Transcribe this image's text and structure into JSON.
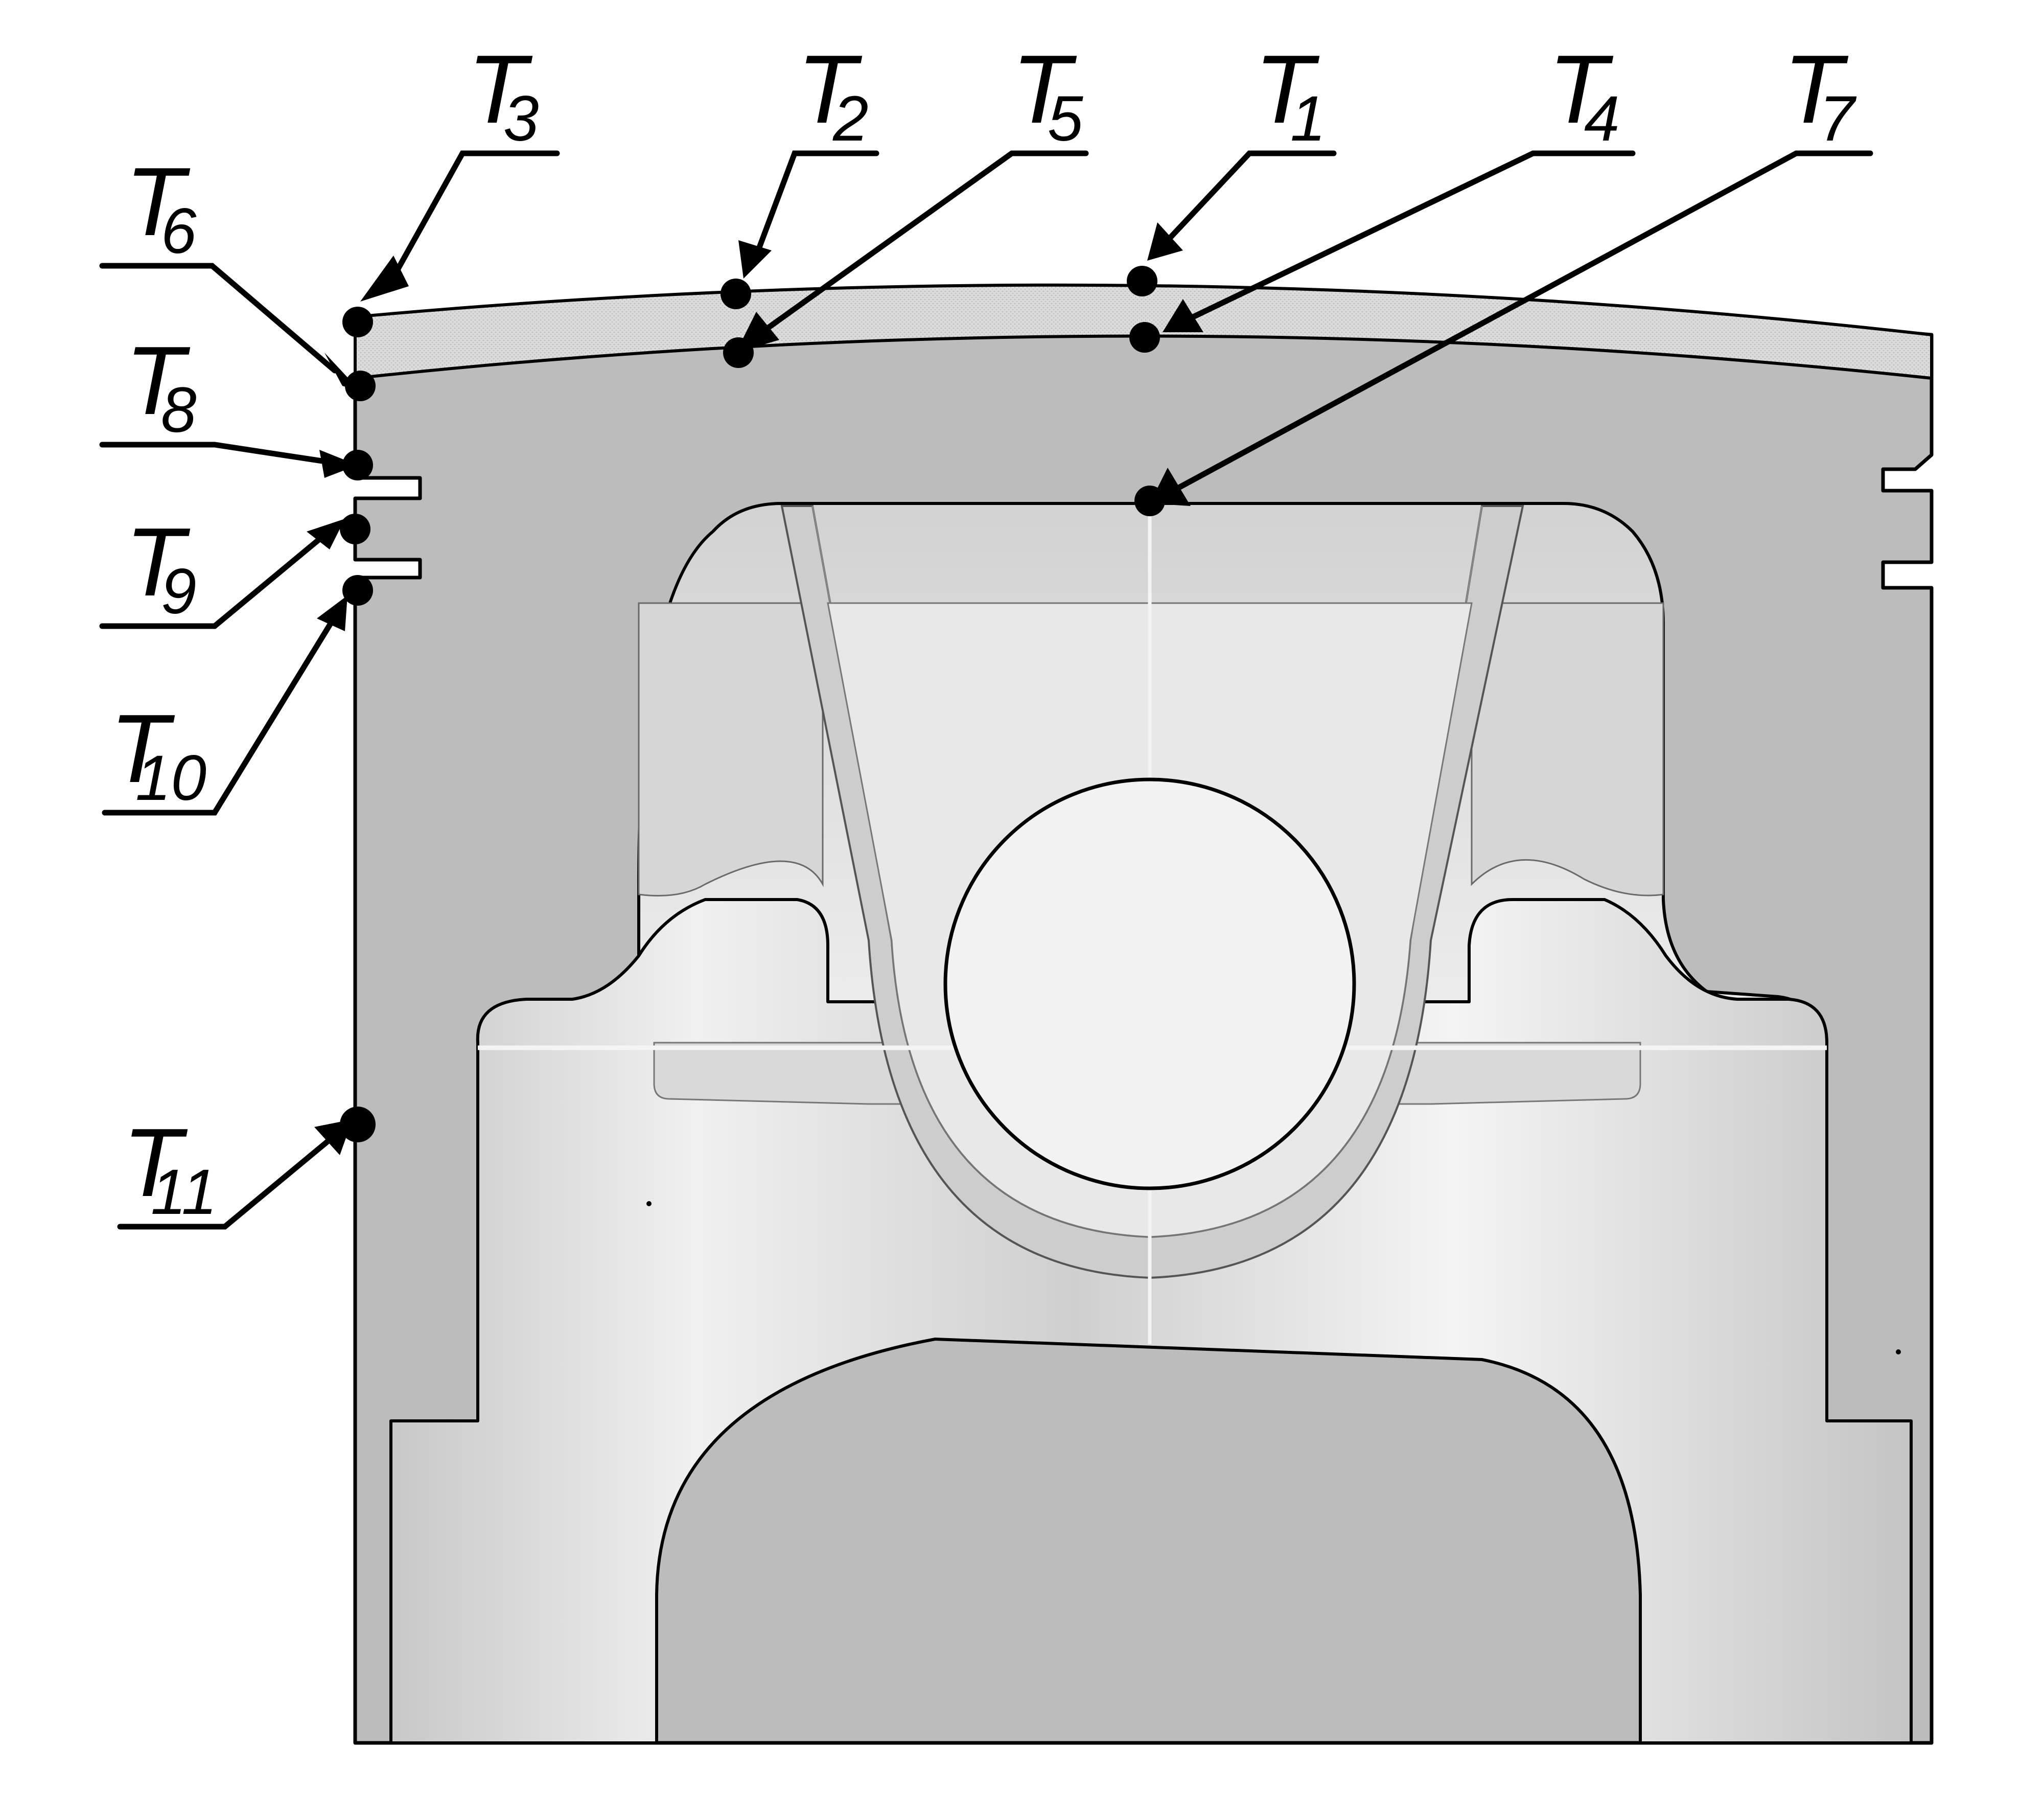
{
  "diagram": {
    "colors": {
      "background": "#ffffff",
      "outline": "#000000",
      "piston_section": "#bcbcbc",
      "crown_coating": "#d8d8d8",
      "interior_light": "#ececec",
      "interior_mid": "#cfcfcf",
      "pin_bore": "#f2f2f2"
    },
    "labels": [
      {
        "id": "T3",
        "letter": "T",
        "sub": "3"
      },
      {
        "id": "T2",
        "letter": "T",
        "sub": "2"
      },
      {
        "id": "T5",
        "letter": "T",
        "sub": "5"
      },
      {
        "id": "T1",
        "letter": "T",
        "sub": "1"
      },
      {
        "id": "T4",
        "letter": "T",
        "sub": "4"
      },
      {
        "id": "T7",
        "letter": "T",
        "sub": "7"
      },
      {
        "id": "T6",
        "letter": "T",
        "sub": "6"
      },
      {
        "id": "T8",
        "letter": "T",
        "sub": "8"
      },
      {
        "id": "T9",
        "letter": "T",
        "sub": "9"
      },
      {
        "id": "T10",
        "letter": "T",
        "sub": "10"
      },
      {
        "id": "T11",
        "letter": "T",
        "sub": "11"
      }
    ]
  }
}
